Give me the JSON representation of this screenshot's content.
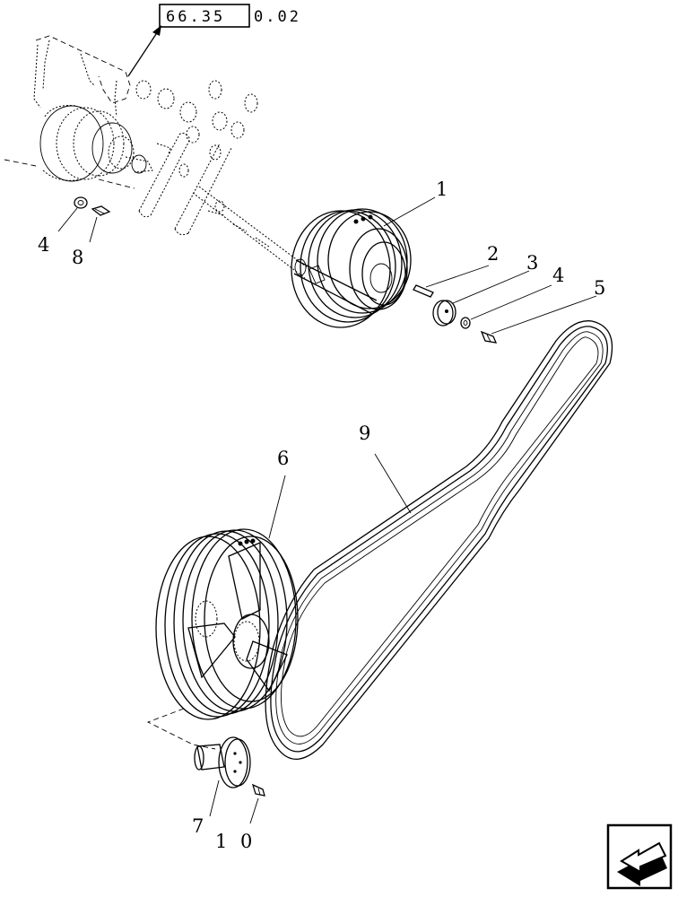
{
  "reference": {
    "boxed": "66.35",
    "suffix": "0.02"
  },
  "callouts": {
    "c1": "1",
    "c2": "2",
    "c3": "3",
    "c4a": "4",
    "c4b": "4",
    "c5": "5",
    "c6": "6",
    "c7": "7",
    "c8": "8",
    "c9": "9",
    "c10": "1 0"
  },
  "icons": {
    "nav": "next-page-arrow-icon"
  }
}
